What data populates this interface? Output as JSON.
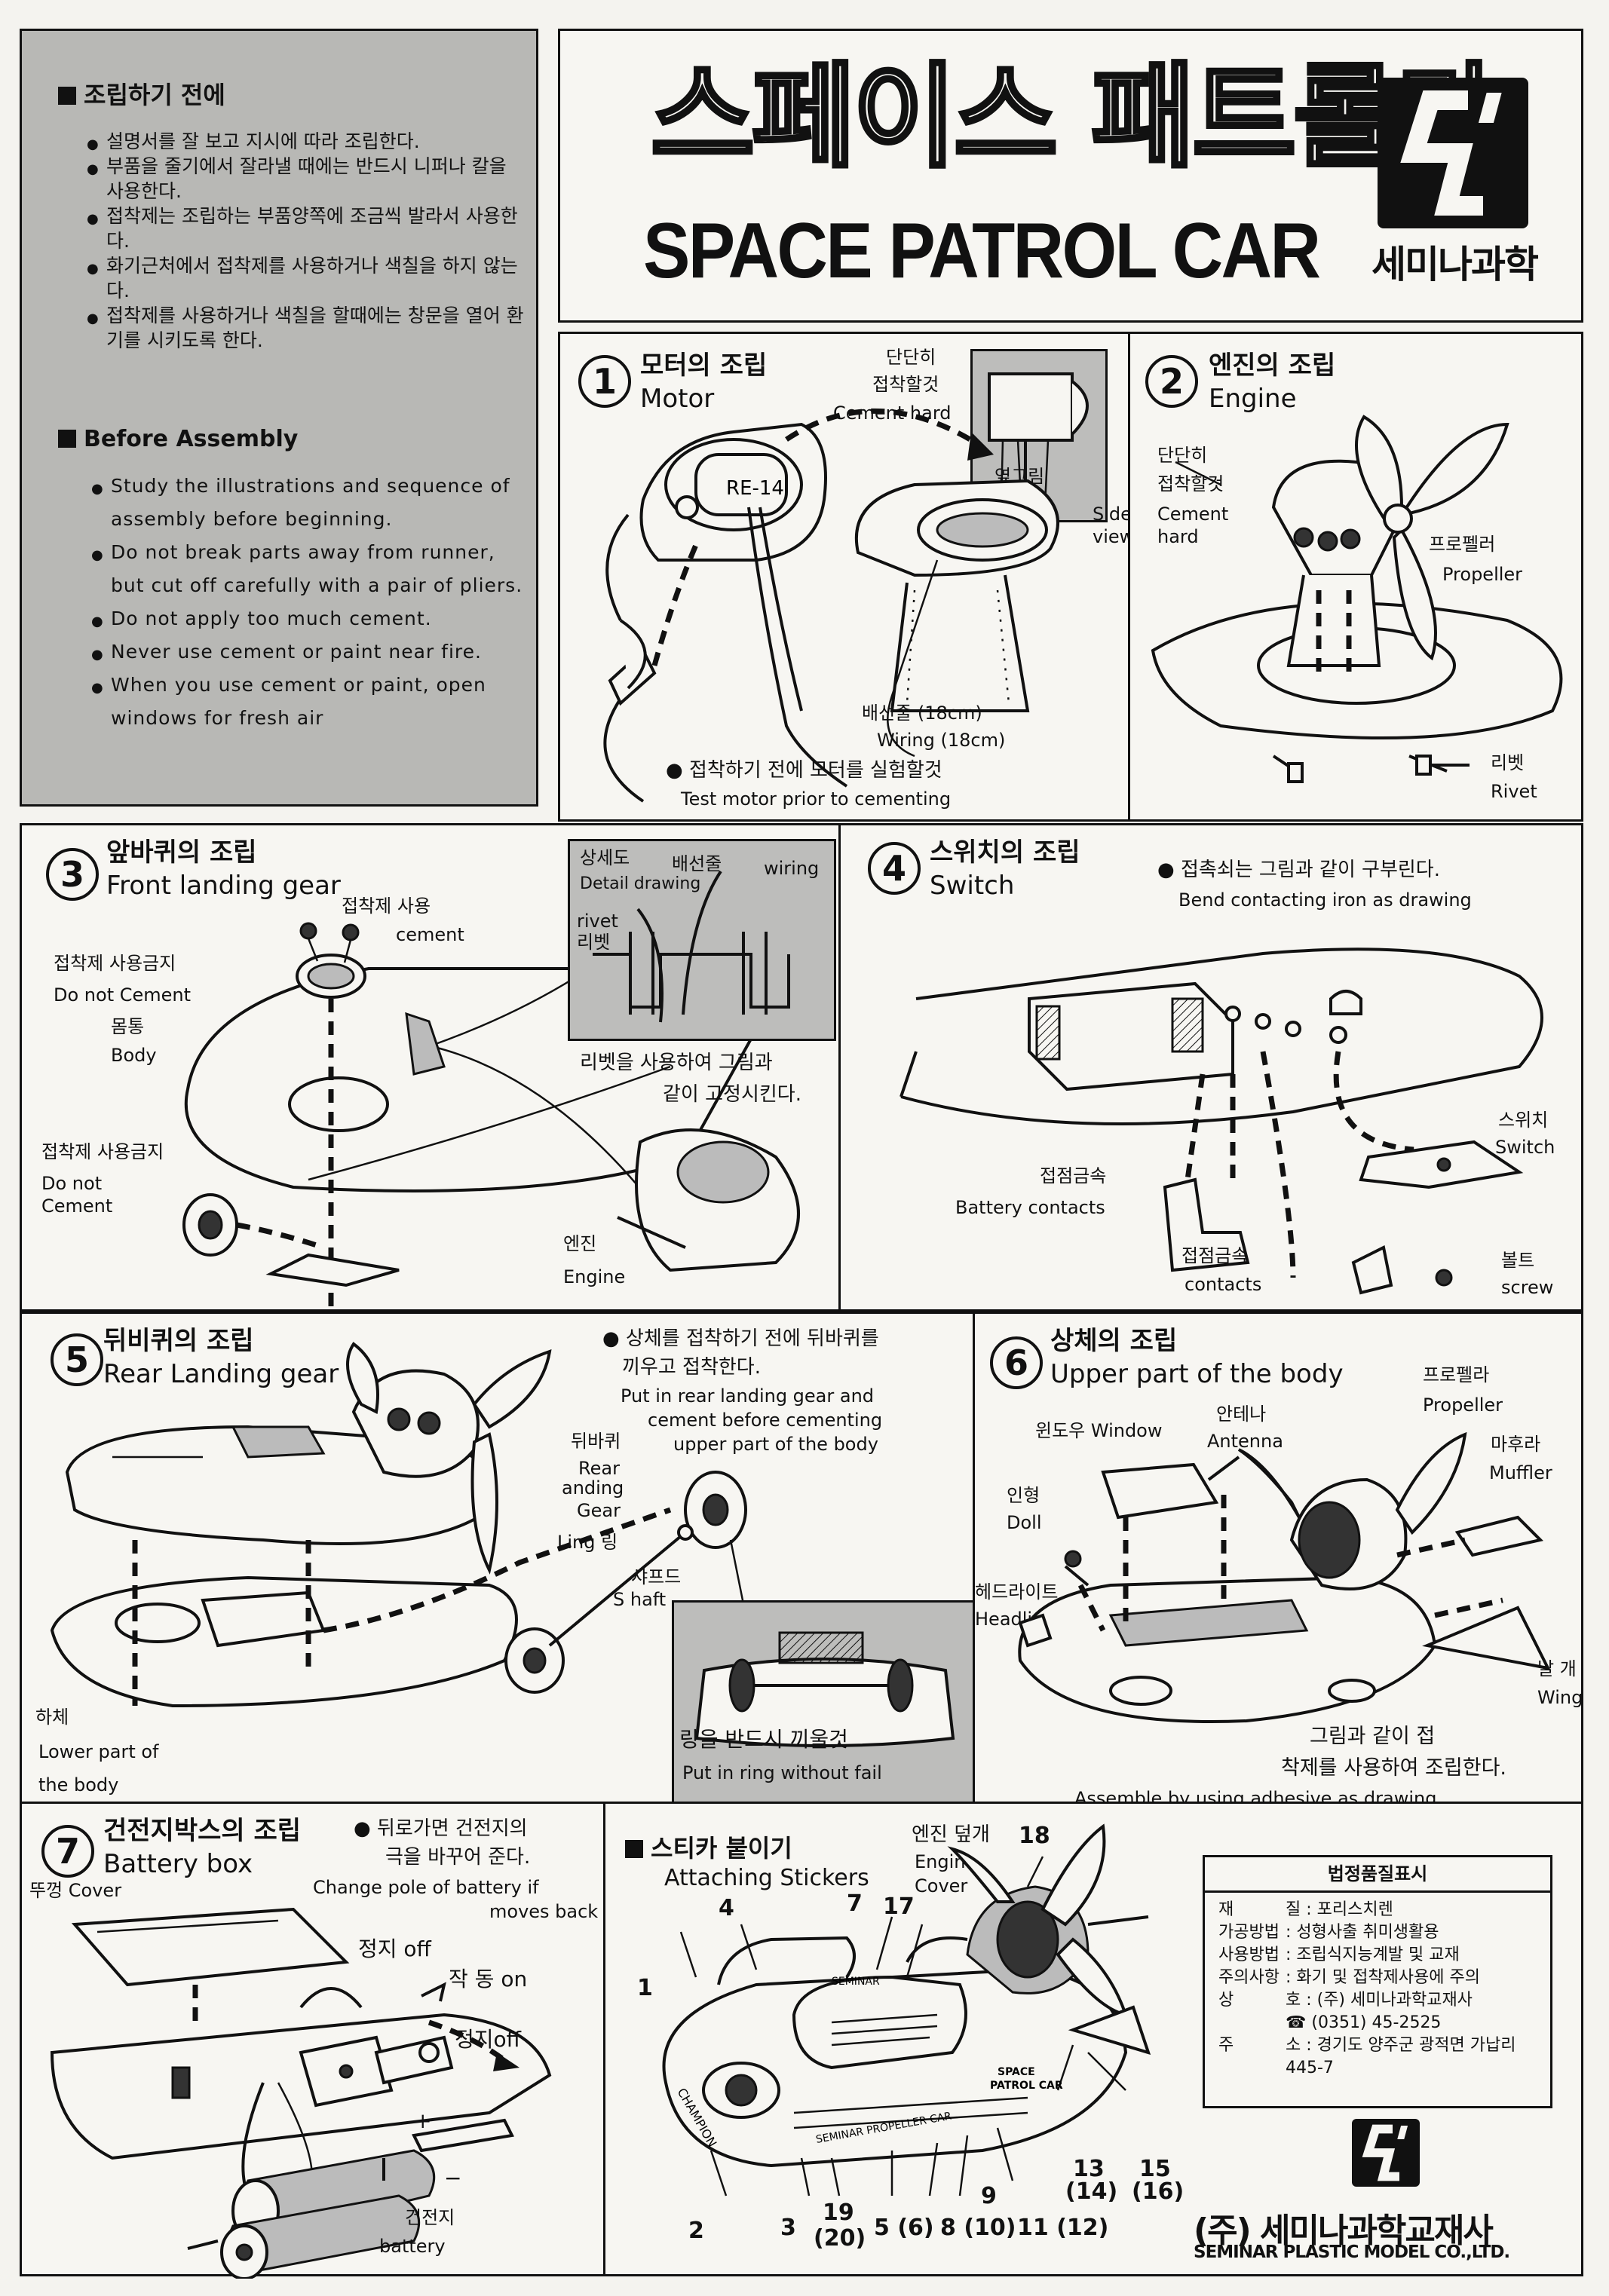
{
  "before_ko": {
    "title": "조립하기 전에",
    "items": [
      "설명서를 잘 보고 지시에 따라 조립한다.",
      "부품을 줄기에서 잘라낼 때에는 반드시 니퍼나 칼을 사용한다.",
      "접착제는 조립하는 부품양쪽에 조금씩 발라서 사용한다.",
      "화기근처에서 접착제를 사용하거나 색칠을 하지 않는다.",
      "접착제를 사용하거나 색칠을 할때에는 창문을 열어 환기를 시키도록 한다."
    ]
  },
  "before_en": {
    "title": "Before Assembly",
    "items": [
      "Study the illustrations and sequence of assembly before beginning.",
      "Do not break parts away from runner, but cut off carefully with a pair of pliers.",
      "Do not apply too much cement.",
      "Never use cement or paint near fire.",
      "When you use cement or paint, open windows for fresh air"
    ]
  },
  "header": {
    "title_ko": "스페이스 패트롤카",
    "title_en": "SPACE PATROL CAR",
    "brand": "세미나과학"
  },
  "s1": {
    "num": "1",
    "ko": "모터의 조립",
    "en": "Motor",
    "l_cement_ko": "단단히",
    "l_cement_ko2": "접착할것",
    "l_cement_en": "Cement  hard",
    "motor_label": "RE-14",
    "side_ko": "옆그림",
    "side_en1": "Side",
    "side_en2": "view",
    "wiring_ko": "배선줄 (18cm)",
    "wiring_en": "Wiring (18cm)",
    "note_ko": "접착하기 전에 모터를 실험할것",
    "note_en": "Test  motor  prior  to  cementing"
  },
  "s2": {
    "num": "2",
    "ko": "엔진의 조립",
    "en": "Engine",
    "l_cement_ko": "단단히",
    "l_cement_ko2": "접착할것",
    "l_cement_en": "Cement",
    "l_cement_en2": "hard",
    "prop_ko": "프로펠러",
    "prop_en": "Propeller",
    "rivet_ko": "리벳",
    "rivet_en": "Rivet"
  },
  "s3": {
    "num": "3",
    "ko": "앞바퀴의 조립",
    "en": "Front  landing gear",
    "use_ko": "접착제 사용",
    "use_en": "cement",
    "no_ko": "접착제 사용금지",
    "no_en": "Do  not  Cement",
    "body_ko": "몸통",
    "body_en": "Body",
    "no2_ko": "접착제 사용금지",
    "no2_en1": "Do  not",
    "no2_en2": "Cement",
    "detail_ko": "상세도",
    "detail_en": "Detail drawing",
    "wiring_ko": "배선줄",
    "wiring_en": "wiring",
    "rivet_en": "rivet",
    "rivet_ko": "리벳",
    "fix_ko1": "리벳을 사용하여  그림과",
    "fix_ko2": "같이 고정시킨다.",
    "engine_ko": "엔진",
    "engine_en": "Engine"
  },
  "s4": {
    "num": "4",
    "ko": "스위치의 조립",
    "en": "Switch",
    "note_ko": "접촉쇠는  그림과  같이  구부린다.",
    "note_en": "Bend  contacting iron  as  drawing",
    "switch_ko": "스위치",
    "switch_en": "Switch",
    "contacts_ko": "접점금속",
    "contacts_en": "Battery  contacts",
    "contacts2_ko": "접점금속",
    "contacts2_en": "contacts",
    "screw_ko": "볼트",
    "screw_en": "screw"
  },
  "s5": {
    "num": "5",
    "ko": "뒤비퀴의 조립",
    "en": "Rear  Landing  gear",
    "note_ko1": "상체를 접착하기 전에 뒤바퀴를",
    "note_ko2": "끼우고 접착한다.",
    "note_en1": "Put  in  rear  landing gear  and",
    "note_en2": "cement  before  cementing",
    "note_en3": "upper  part  of  the body",
    "rear_ko": "뒤바퀴",
    "rear_en1": "Rear",
    "rear_en2": "anding",
    "rear_en3": "Gear",
    "ring": "Ling 링",
    "shaft_ko": "샤프드",
    "shaft_en": "S haft",
    "lower_ko": "하체",
    "lower_en1": "Lower  part  of",
    "lower_en2": "the  body",
    "ring_ko": "링을 반드시 끼울것",
    "ring_en": "Put  in  ring  without  fail"
  },
  "s6": {
    "num": "6",
    "ko": "상체의 조립",
    "en": "Upper  part  of  the  body",
    "prop_ko": "프로펠라",
    "prop_en": "Propeller",
    "window": "윈도우 Window",
    "antenna_ko": "안테나",
    "antenna_en": "Antenna",
    "muffler_ko": "마후라",
    "muffler_en": "Muffler",
    "doll_ko": "인형",
    "doll_en": "Doll",
    "head_ko": "헤드라이트",
    "head_en": "Headlight",
    "wing_ko": "날 개",
    "wing_en": "Wing",
    "note_ko1": "그림과  같이  접",
    "note_ko2": "착제를  사용하여  조립한다.",
    "note_en": "Assemble  by  using  adhesive   as  drawing"
  },
  "s7": {
    "num": "7",
    "ko": "건전지박스의 조립",
    "en": "Battery  box",
    "note_ko1": "뒤로가면  건전지의",
    "note_ko2": "극을 바꾸어  준다.",
    "note_en1": "Change pole  of  battery  if",
    "note_en2": "moves  back",
    "cover": "뚜껑 Cover",
    "off_ko": "정지 off",
    "on_ko": "작 동 on",
    "off2": "정지off",
    "plus": "+",
    "minus": "−",
    "battery_ko": "건전지",
    "battery_en": "battery"
  },
  "s8": {
    "ko": "스티카 붙이기",
    "en": "Attaching  Stickers",
    "cover_ko": "엔진 덮개",
    "cover_en1": "Engine",
    "cover_en2": "Cover",
    "n18": "18",
    "n4": "4",
    "n7": "7",
    "n17": "17",
    "n1": "1",
    "n2": "2",
    "n3": "3",
    "n19": "19",
    "n20": "(20)",
    "n5": "5 (6)",
    "n8": "8 (10)",
    "n9": "9",
    "n11": "11 (12)",
    "n13": "13",
    "n14": "(14)",
    "n15": "15",
    "n16": "(16)",
    "sticker_champion": "CHAMPION",
    "sticker_seminar": "SEMINAR",
    "sticker_propeller": "SEMINAR PROPELLER CAR",
    "sticker_space": "SPACE",
    "sticker_patrol": "PATROL CAR"
  },
  "quality": {
    "title": "법정품질표시",
    "rows": [
      [
        "재",
        "질 : 포리스치렌"
      ],
      [
        "가공방법",
        ": 성형사출 취미생활용"
      ],
      [
        "사용방법",
        ": 조립식지능계발 및 교재"
      ],
      [
        "주의사항",
        ": 화기 및 접착제사용에 주의"
      ],
      [
        "상",
        "호 : (주) 세미나과학교재사"
      ],
      [
        "",
        "☎ (0351) 45-2525"
      ],
      [
        "주",
        "소 : 경기도 양주군 광적면 가납리"
      ],
      [
        "",
        "445-7"
      ]
    ]
  },
  "company": {
    "ko": "(주) 세미나과학교재사",
    "en": "SEMINAR PLASTIC MODEL CO.,LTD."
  }
}
